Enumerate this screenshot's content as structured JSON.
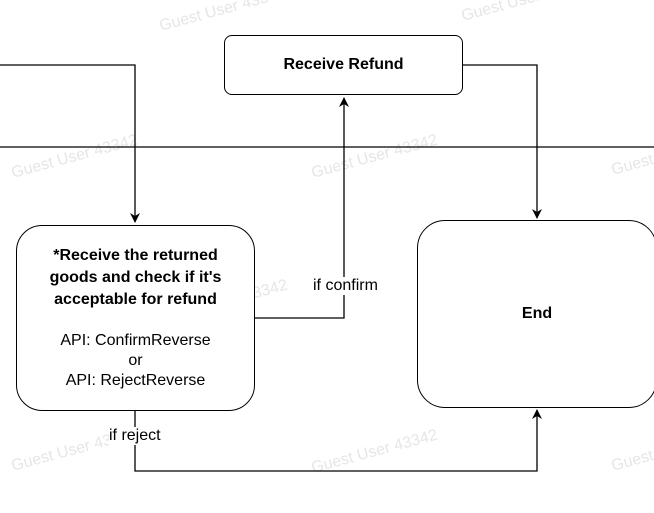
{
  "nodes": {
    "receive_refund": {
      "label": "Receive Refund"
    },
    "check_goods": {
      "title": "*Receive the returned goods and check if it's acceptable for refund",
      "api_confirm": "API: ConfirmReverse",
      "or": "or",
      "api_reject": "API: RejectReverse"
    },
    "end": {
      "label": "End"
    }
  },
  "edges": {
    "confirm_label": "if confirm",
    "reject_label": "if reject"
  },
  "watermark": "Guest User 43342",
  "colors": {
    "stroke": "#000000",
    "background": "#ffffff",
    "watermark": "#e6e6e6"
  }
}
